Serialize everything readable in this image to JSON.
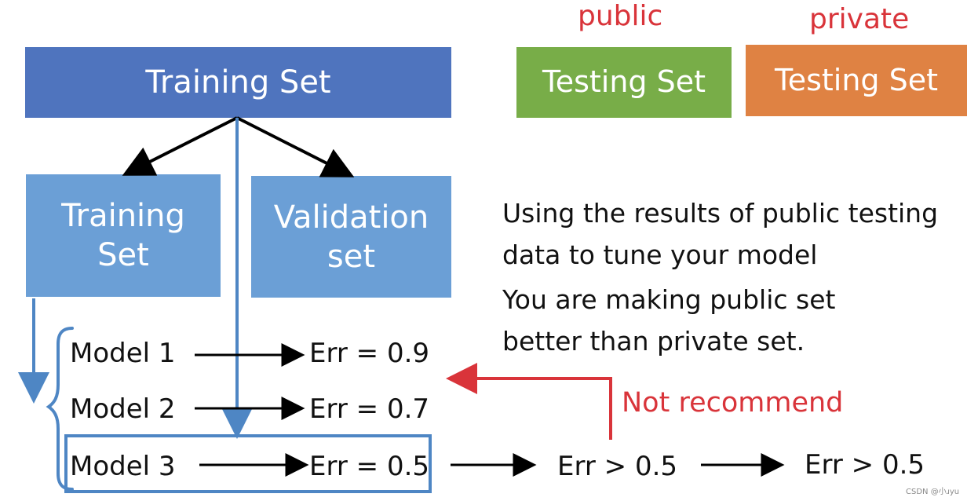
{
  "top": {
    "training_set": "Training Set",
    "public_label": "public",
    "private_label": "private",
    "public_testing_set": "Testing Set",
    "private_testing_set": "Testing Set"
  },
  "split": {
    "training_set_line1": "Training",
    "training_set_line2": "Set",
    "validation_set_line1": "Validation",
    "validation_set_line2": "set"
  },
  "notes": {
    "line1": "Using the results of public testing",
    "line2": "data to tune your model",
    "line3": "You are making public set",
    "line4": "better than private set."
  },
  "models": [
    {
      "name": "Model 1",
      "error": "Err = 0.9"
    },
    {
      "name": "Model 2",
      "error": "Err = 0.7"
    },
    {
      "name": "Model 3",
      "error": "Err = 0.5"
    }
  ],
  "comparison": {
    "public_error": "Err > 0.5",
    "private_error": "Err > 0.5"
  },
  "warning": "Not recommend",
  "watermark": "CSDN @小ɹyu",
  "colors": {
    "training_set": "#4f74be",
    "public_testing_set": "#78ad48",
    "private_testing_set": "#df8243",
    "split_boxes": "#6b9fd6",
    "blue_arrow": "#4e86c4",
    "highlight_border": "#4e86c4",
    "red_label": "#d9343a",
    "black_arrow": "#000000"
  }
}
